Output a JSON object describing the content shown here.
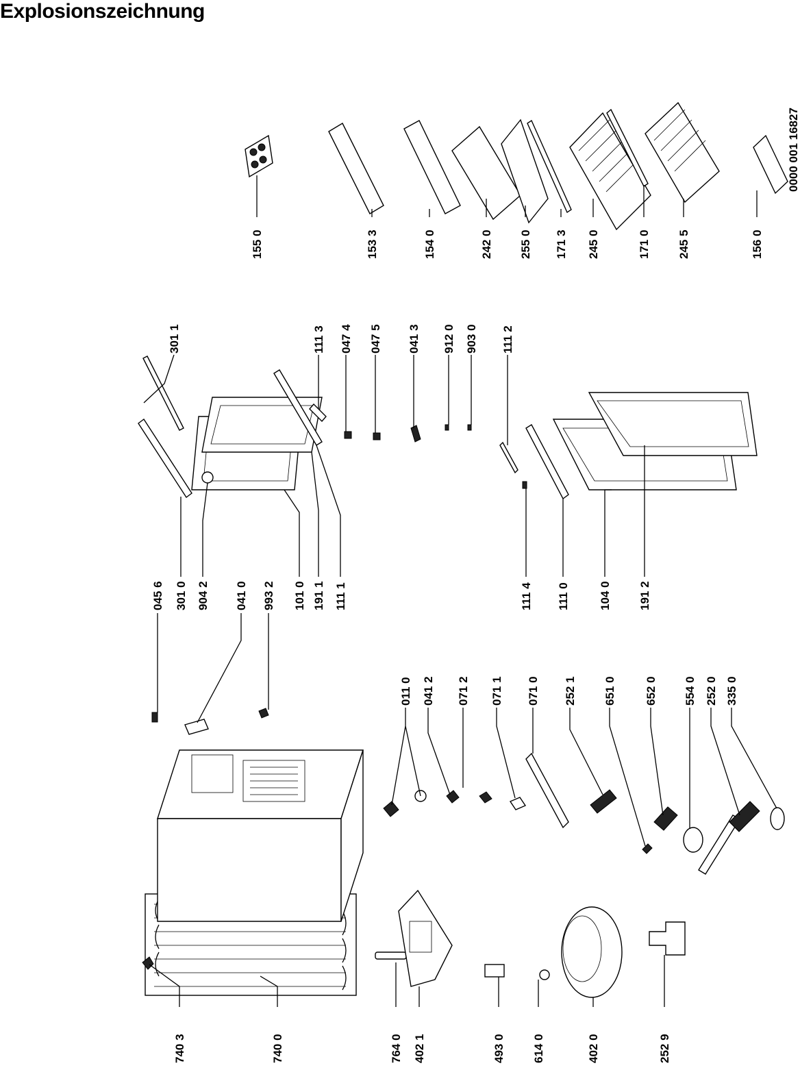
{
  "title": "Explosionszeichnung",
  "doc_code": "0000 001 16827",
  "labels": [
    "740 3",
    "740 0",
    "764 0",
    "402 1",
    "493 0",
    "614 0",
    "402 0",
    "252 9",
    "011 0",
    "041 2",
    "071 2",
    "071 1",
    "071 0",
    "252 1",
    "651 0",
    "652 0",
    "554 0",
    "252 0",
    "335 0",
    "045 6",
    "301 0",
    "904 2",
    "041 0",
    "993 2",
    "101 0",
    "191 1",
    "111 1",
    "111 4",
    "111 0",
    "104 0",
    "191 2",
    "301 1",
    "111 3",
    "047 4",
    "047 5",
    "041 3",
    "912 0",
    "903 0",
    "111 2",
    "155 0",
    "153 3",
    "154 0",
    "242 0",
    "255 0",
    "171 3",
    "245 0",
    "171 0",
    "245 5",
    "156 0"
  ]
}
